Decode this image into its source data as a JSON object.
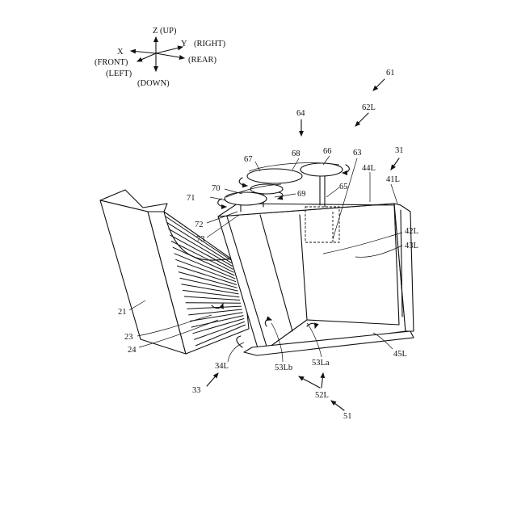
{
  "axes": {
    "z_up": "Z (UP)",
    "y": "Y",
    "right": "(RIGHT)",
    "x": "X",
    "front": "(FRONT)",
    "rear": "(REAR)",
    "left": "(LEFT)",
    "down": "(DOWN)"
  },
  "labels": {
    "l61": "61",
    "l62L": "62L",
    "l64": "64",
    "l31": "31",
    "l63": "63",
    "l66": "66",
    "l68": "68",
    "l67": "67",
    "l44L": "44L",
    "l41L": "41L",
    "l70": "70",
    "l65": "65",
    "l69": "69",
    "l71": "71",
    "l72": "72",
    "l73": "73",
    "l42L": "42L",
    "l43L": "43L",
    "l21": "21",
    "l23": "23",
    "l24": "24",
    "l34L": "34L",
    "l33": "33",
    "l53Lb": "53Lb",
    "l53La": "53La",
    "l52L": "52L",
    "l51": "51",
    "l45L": "45L"
  }
}
